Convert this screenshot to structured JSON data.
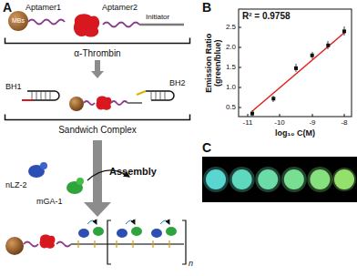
{
  "diagram": {
    "nodes": [
      {
        "text": [
          "α-Thrombin"
        ]
      },
      {
        "text": [
          "MBs"
        ],
        "in": 0
      },
      {
        "text": [
          "Sandwich Complex"
        ]
      }
    ],
    "edges": [
      {
        "from": 0,
        "to": 2,
        "arrow": "to"
      }
    ],
    "labels": [
      "A",
      "Aptamer1",
      "Aptamer2",
      "Initiator",
      "BH1",
      "BH2",
      "Assembly",
      "nLZ-2",
      "mGA-1",
      "n",
      "B",
      "R² = 0.9758",
      "Emission Ratio (green/blue)",
      "2.5",
      "2.0",
      "1.5",
      "1.0",
      "0.5",
      "-11",
      "-10",
      "-9",
      "-8",
      "log₁₀ C(M)",
      "C"
    ]
  }
}
